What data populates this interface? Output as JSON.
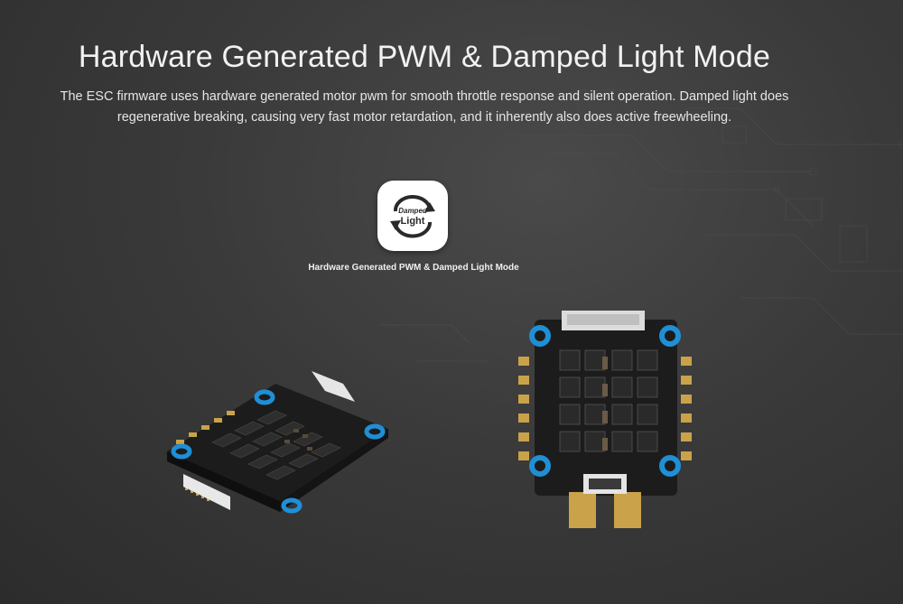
{
  "header": {
    "title": "Hardware Generated PWM & Damped Light Mode",
    "description": "The ESC firmware uses hardware generated motor pwm for smooth throttle response and silent operation. Damped light does regenerative breaking, causing very fast motor retardation, and it inherently also does active freewheeling."
  },
  "feature": {
    "icon": "damped-light-icon",
    "icon_text_top": "Damped",
    "icon_text_bottom": "Light",
    "label": "Hardware Generated PWM & Damped Light Mode"
  },
  "colors": {
    "background": "#3a3a3a",
    "pcb": "#1e1e1e",
    "mounting_ring": "#1f8fd6",
    "copper_pad": "#c9a24a",
    "component": "#2a2a2a"
  }
}
